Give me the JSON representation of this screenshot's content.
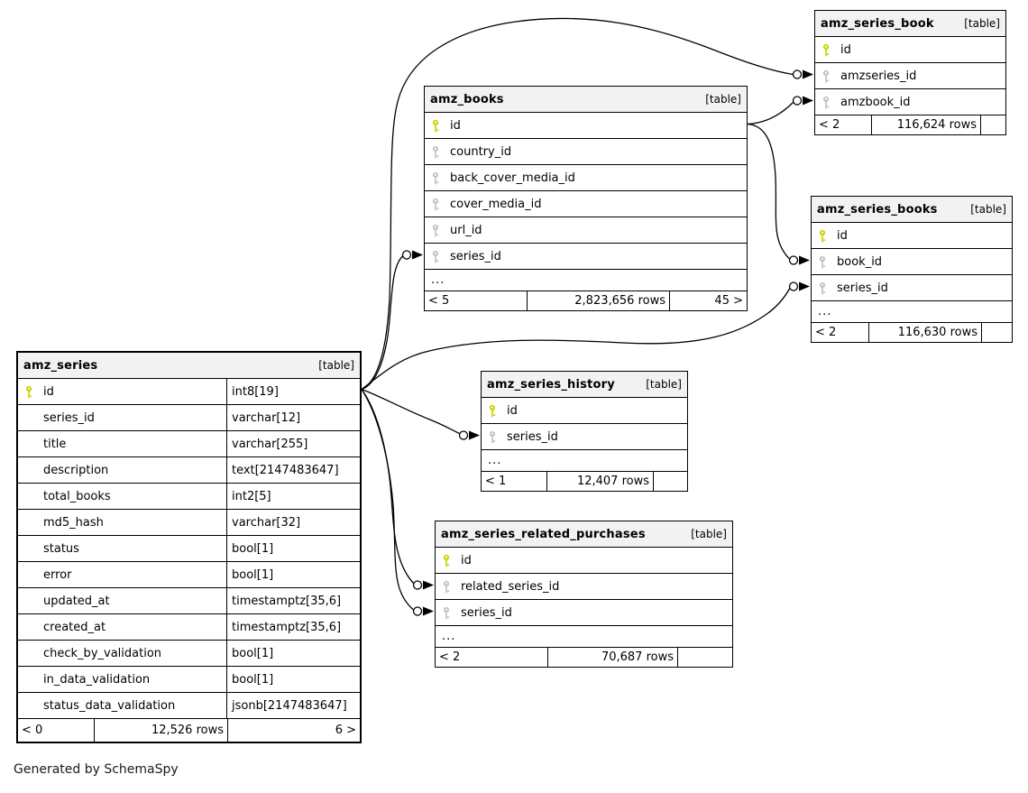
{
  "note": {
    "text": "Generated by SchemaSpy"
  },
  "labels": {
    "ellipsis": "..."
  },
  "colors": {
    "primary_key": "#cbd400",
    "foreign_key": "#c3c3c3",
    "header_bg": "#f2f2f2",
    "border": "#000000",
    "line": "#000000"
  },
  "tables": [
    {
      "id": "amz_series_book",
      "name": "amz_series_book",
      "tag": "[table]",
      "emphasized": false,
      "ellipsis": false,
      "columns": [
        {
          "name": "id",
          "key": "pk"
        },
        {
          "name": "amzseries_id",
          "key": "fk"
        },
        {
          "name": "amzbook_id",
          "key": "fk"
        }
      ],
      "footer": {
        "parents": "< 2",
        "rows": "116,624 rows",
        "children": ""
      }
    },
    {
      "id": "amz_books",
      "name": "amz_books",
      "tag": "[table]",
      "emphasized": false,
      "ellipsis": true,
      "columns": [
        {
          "name": "id",
          "key": "pk"
        },
        {
          "name": "country_id",
          "key": "fk"
        },
        {
          "name": "back_cover_media_id",
          "key": "fk"
        },
        {
          "name": "cover_media_id",
          "key": "fk"
        },
        {
          "name": "url_id",
          "key": "fk"
        },
        {
          "name": "series_id",
          "key": "fk"
        }
      ],
      "footer": {
        "parents": "< 5",
        "rows": "2,823,656 rows",
        "children": "45 >"
      }
    },
    {
      "id": "amz_series_books",
      "name": "amz_series_books",
      "tag": "[table]",
      "emphasized": false,
      "ellipsis": true,
      "columns": [
        {
          "name": "id",
          "key": "pk"
        },
        {
          "name": "book_id",
          "key": "fk"
        },
        {
          "name": "series_id",
          "key": "fk"
        }
      ],
      "footer": {
        "parents": "< 2",
        "rows": "116,630 rows",
        "children": ""
      }
    },
    {
      "id": "amz_series",
      "name": "amz_series",
      "tag": "[table]",
      "emphasized": true,
      "ellipsis": false,
      "columns": [
        {
          "name": "id",
          "key": "pk",
          "type": "int8[19]"
        },
        {
          "name": "series_id",
          "key": "",
          "type": "varchar[12]"
        },
        {
          "name": "title",
          "key": "",
          "type": "varchar[255]"
        },
        {
          "name": "description",
          "key": "",
          "type": "text[2147483647]"
        },
        {
          "name": "total_books",
          "key": "",
          "type": "int2[5]"
        },
        {
          "name": "md5_hash",
          "key": "",
          "type": "varchar[32]"
        },
        {
          "name": "status",
          "key": "",
          "type": "bool[1]"
        },
        {
          "name": "error",
          "key": "",
          "type": "bool[1]"
        },
        {
          "name": "updated_at",
          "key": "",
          "type": "timestamptz[35,6]"
        },
        {
          "name": "created_at",
          "key": "",
          "type": "timestamptz[35,6]"
        },
        {
          "name": "check_by_validation",
          "key": "",
          "type": "bool[1]"
        },
        {
          "name": "in_data_validation",
          "key": "",
          "type": "bool[1]"
        },
        {
          "name": "status_data_validation",
          "key": "",
          "type": "jsonb[2147483647]"
        }
      ],
      "footer": {
        "parents": "< 0",
        "rows": "12,526 rows",
        "children": "6 >"
      }
    },
    {
      "id": "amz_series_history",
      "name": "amz_series_history",
      "tag": "[table]",
      "emphasized": false,
      "ellipsis": true,
      "columns": [
        {
          "name": "id",
          "key": "pk"
        },
        {
          "name": "series_id",
          "key": "fk"
        }
      ],
      "footer": {
        "parents": "< 1",
        "rows": "12,407 rows",
        "children": ""
      }
    },
    {
      "id": "amz_series_related_purchases",
      "name": "amz_series_related_purchases",
      "tag": "[table]",
      "emphasized": false,
      "ellipsis": true,
      "columns": [
        {
          "name": "id",
          "key": "pk"
        },
        {
          "name": "related_series_id",
          "key": "fk"
        },
        {
          "name": "series_id",
          "key": "fk"
        }
      ],
      "footer": {
        "parents": "< 2",
        "rows": "70,687 rows",
        "children": ""
      }
    }
  ],
  "relationships": [
    {
      "from": "amz_series.id",
      "to": "amz_books.series_id"
    },
    {
      "from": "amz_series.id",
      "to": "amz_series_book.amzseries_id"
    },
    {
      "from": "amz_books.id",
      "to": "amz_series_book.amzbook_id"
    },
    {
      "from": "amz_books.id",
      "to": "amz_series_books.book_id"
    },
    {
      "from": "amz_series.id",
      "to": "amz_series_books.series_id"
    },
    {
      "from": "amz_series.id",
      "to": "amz_series_history.series_id"
    },
    {
      "from": "amz_series.id",
      "to": "amz_series_related_purchases.related_series_id"
    },
    {
      "from": "amz_series.id",
      "to": "amz_series_related_purchases.series_id"
    }
  ]
}
